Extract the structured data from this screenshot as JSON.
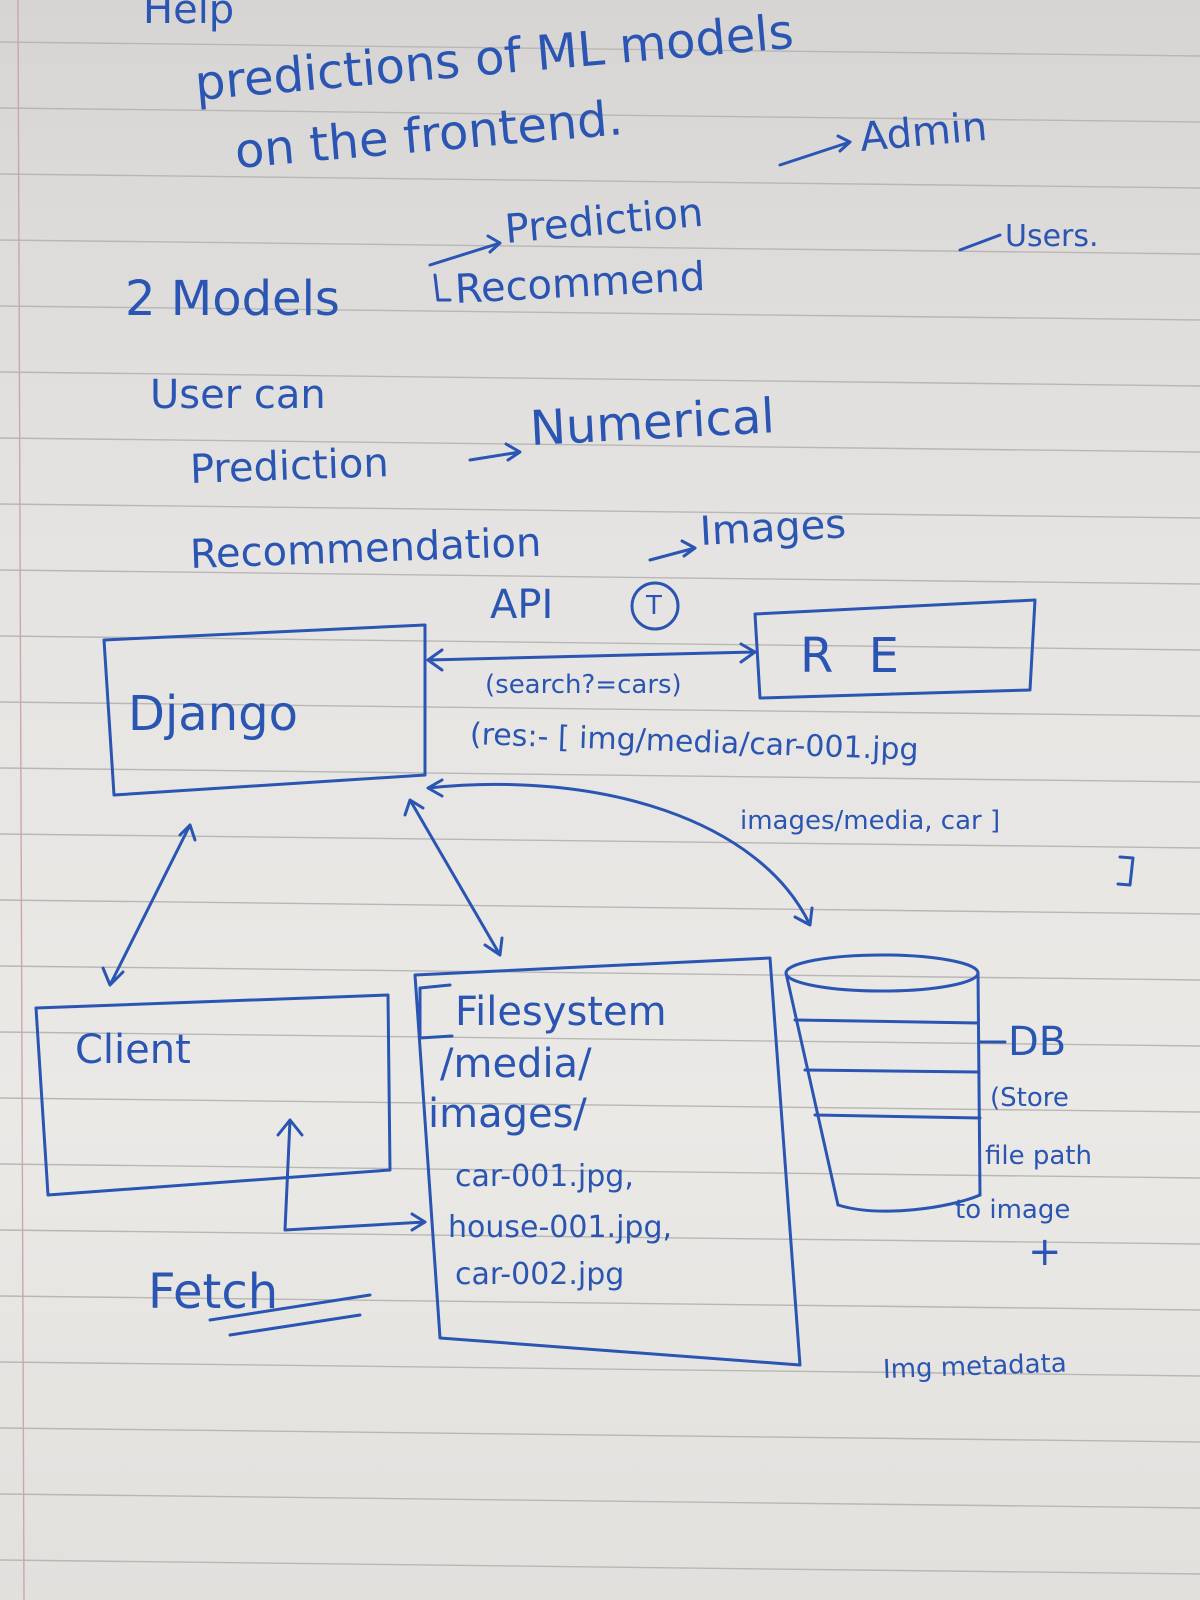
{
  "notes": {
    "line1": "Help",
    "line2": "predictions of ML models",
    "line3": "on the frontend.",
    "models_label": "2 Models",
    "model_prediction": "Prediction",
    "model_recommend": "Recommend",
    "role_admin": "Admin",
    "role_users": "Users.",
    "user_can": "User can",
    "prediction_label": "Prediction",
    "prediction_type": "Numerical",
    "recommendation_label": "Recommendation",
    "recommendation_type": "Images"
  },
  "diagram": {
    "api_label": "API",
    "api_marker": "T",
    "django_label": "Django",
    "re_label": "R E",
    "request_text": "(search?=cars)",
    "response_line1": "(res:- [ img/media/car-001.jpg",
    "response_line2": "images/media, car ]",
    "client_label": "Client",
    "fetch_label": "Fetch",
    "filesystem_title": "Filesystem",
    "filesystem_path1": "/media/",
    "filesystem_path2": "images/",
    "files": [
      "car-001.jpg,",
      "house-001.jpg,",
      "car-002.jpg"
    ],
    "db_label": "DB",
    "db_note1": "(Store",
    "db_note2": "file path",
    "db_note3": "to image",
    "db_note4": "+",
    "db_note5": "Img metadata"
  },
  "colors": {
    "ink": "#2a55b3",
    "paper": "#e6e4e2",
    "rule": "#b9b7b5",
    "margin": "#c9a8a8"
  }
}
